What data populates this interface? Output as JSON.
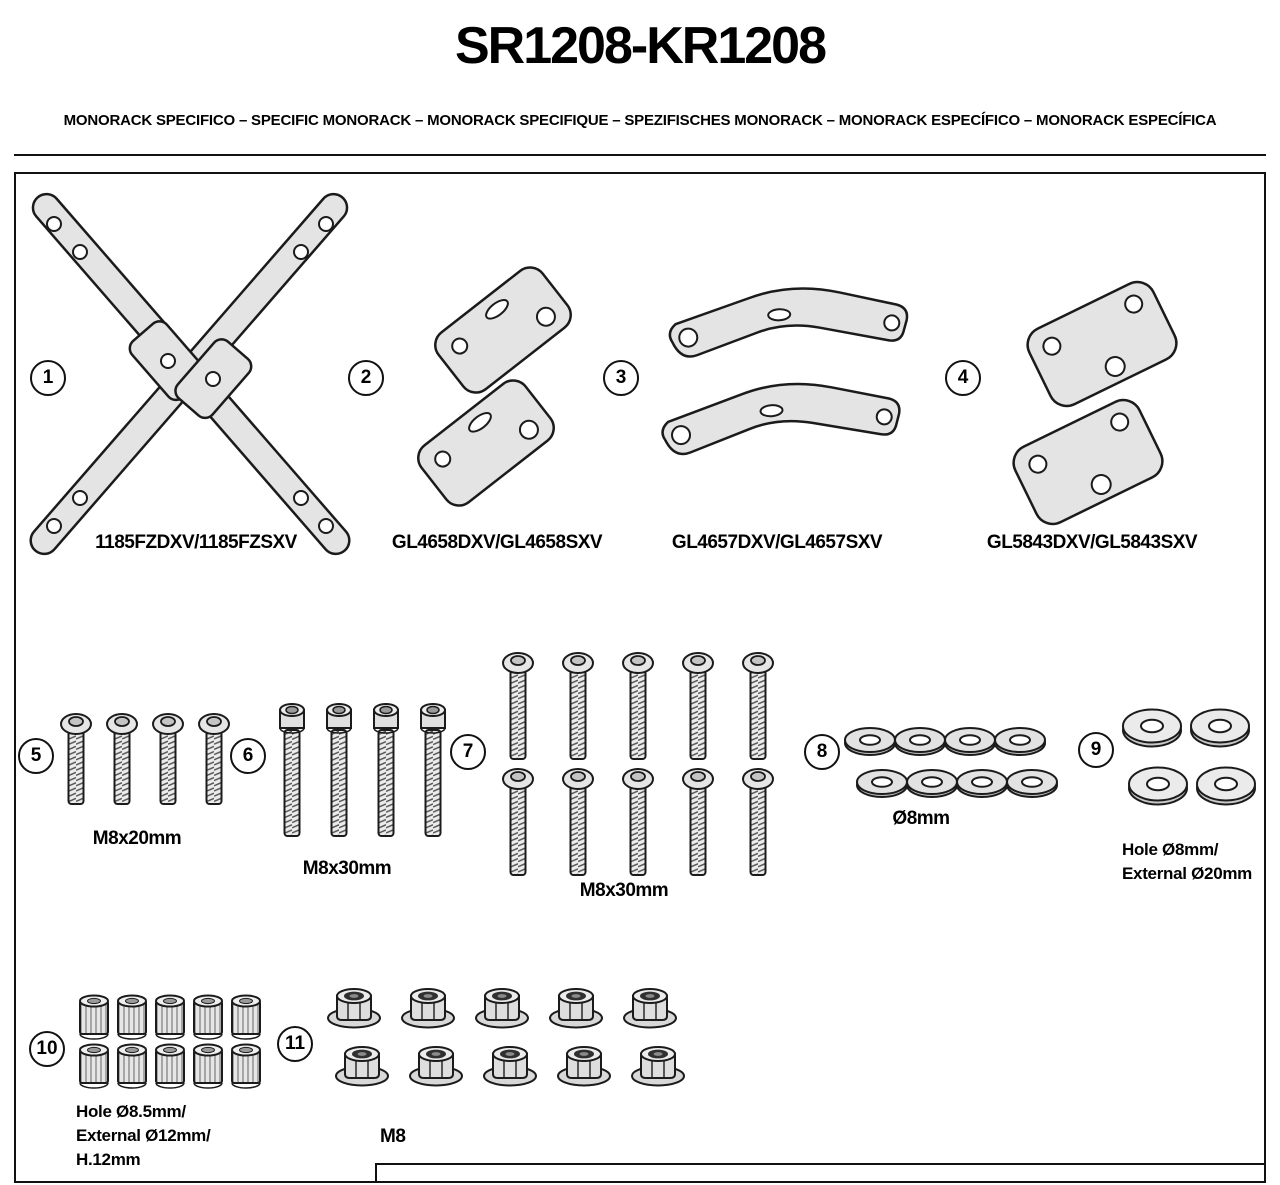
{
  "header": {
    "title": "SR1208-KR1208",
    "subtitle": "MONORACK SPECIFICO – SPECIFIC MONORACK – MONORACK SPECIFIQUE – SPEZIFISCHES MONORACK – MONORACK ESPECÍFICO – MONORACK ESPECÍFICA"
  },
  "kit": {
    "parts": [
      {
        "number": "1",
        "name": "monorack-x-frame",
        "label": "1185FZDXV/1185FZSXV",
        "quantity": 1
      },
      {
        "number": "2",
        "name": "side-bracket-plates",
        "label": "GL4658DXV/GL4658SXV",
        "quantity": 2
      },
      {
        "number": "3",
        "name": "bracket-arms",
        "label": "GL4657DXV/GL4657SXV",
        "quantity": 2
      },
      {
        "number": "4",
        "name": "mounting-plates",
        "label": "GL5843DXV/GL5843SXV",
        "quantity": 2
      },
      {
        "number": "5",
        "name": "button-head-screws",
        "label": "M8x20mm",
        "quantity": 4
      },
      {
        "number": "6",
        "name": "socket-cap-screws",
        "label": "M8x30mm",
        "quantity": 4
      },
      {
        "number": "7",
        "name": "button-head-screws",
        "label": "M8x30mm",
        "quantity": 10
      },
      {
        "number": "8",
        "name": "washers",
        "label": "Ø8mm",
        "quantity": 8
      },
      {
        "number": "9",
        "name": "large-flat-washers",
        "label_lines": [
          "Hole Ø8mm/",
          "External Ø20mm"
        ],
        "quantity": 4
      },
      {
        "number": "10",
        "name": "knurled-spacers",
        "label_lines": [
          "Hole Ø8.5mm/",
          "External Ø12mm/",
          "H.12mm"
        ],
        "quantity": 10
      },
      {
        "number": "11",
        "name": "flange-nuts",
        "label": "M8",
        "quantity": 10
      }
    ]
  }
}
